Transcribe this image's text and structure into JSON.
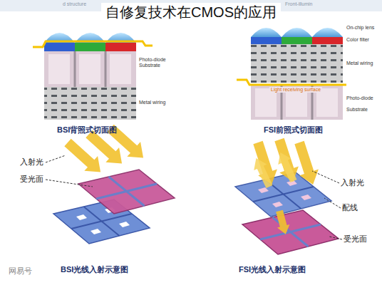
{
  "diagram": {
    "title": "自修复技术在CMOS的应用",
    "labels": [
      "d structure",
      "Front-illumin",
      "Photo-diode Substrate",
      "Metal wiring",
      "BSI背照式切面图",
      "On-chip lens",
      "Color filter",
      "Metal wiring",
      "Light receiving surface",
      "Photo-diode",
      "Substrate",
      "FSI前照式切面图",
      "入射光",
      "受光面",
      "BSI光线入射示意图",
      "入射光",
      "配线",
      "受光面",
      "FSI光线入射示意图",
      "网易号"
    ]
  }
}
